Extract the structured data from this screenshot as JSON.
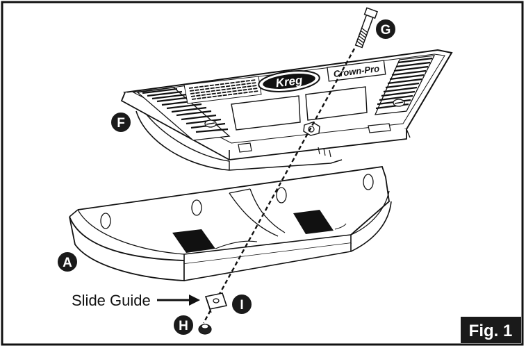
{
  "figure": {
    "label": "Fig. 1"
  },
  "callouts": {
    "a": "A",
    "f": "F",
    "g": "G",
    "h": "H",
    "i": "I"
  },
  "annotations": {
    "slide_guide": "Slide Guide"
  },
  "brand": {
    "logo_text": "Kreg",
    "product_name": "Crown-Pro"
  },
  "colors": {
    "stroke": "#111111",
    "callout_fill": "#1a1a1a",
    "fig_label_fill": "#1a1a1a",
    "background": "#ffffff"
  }
}
